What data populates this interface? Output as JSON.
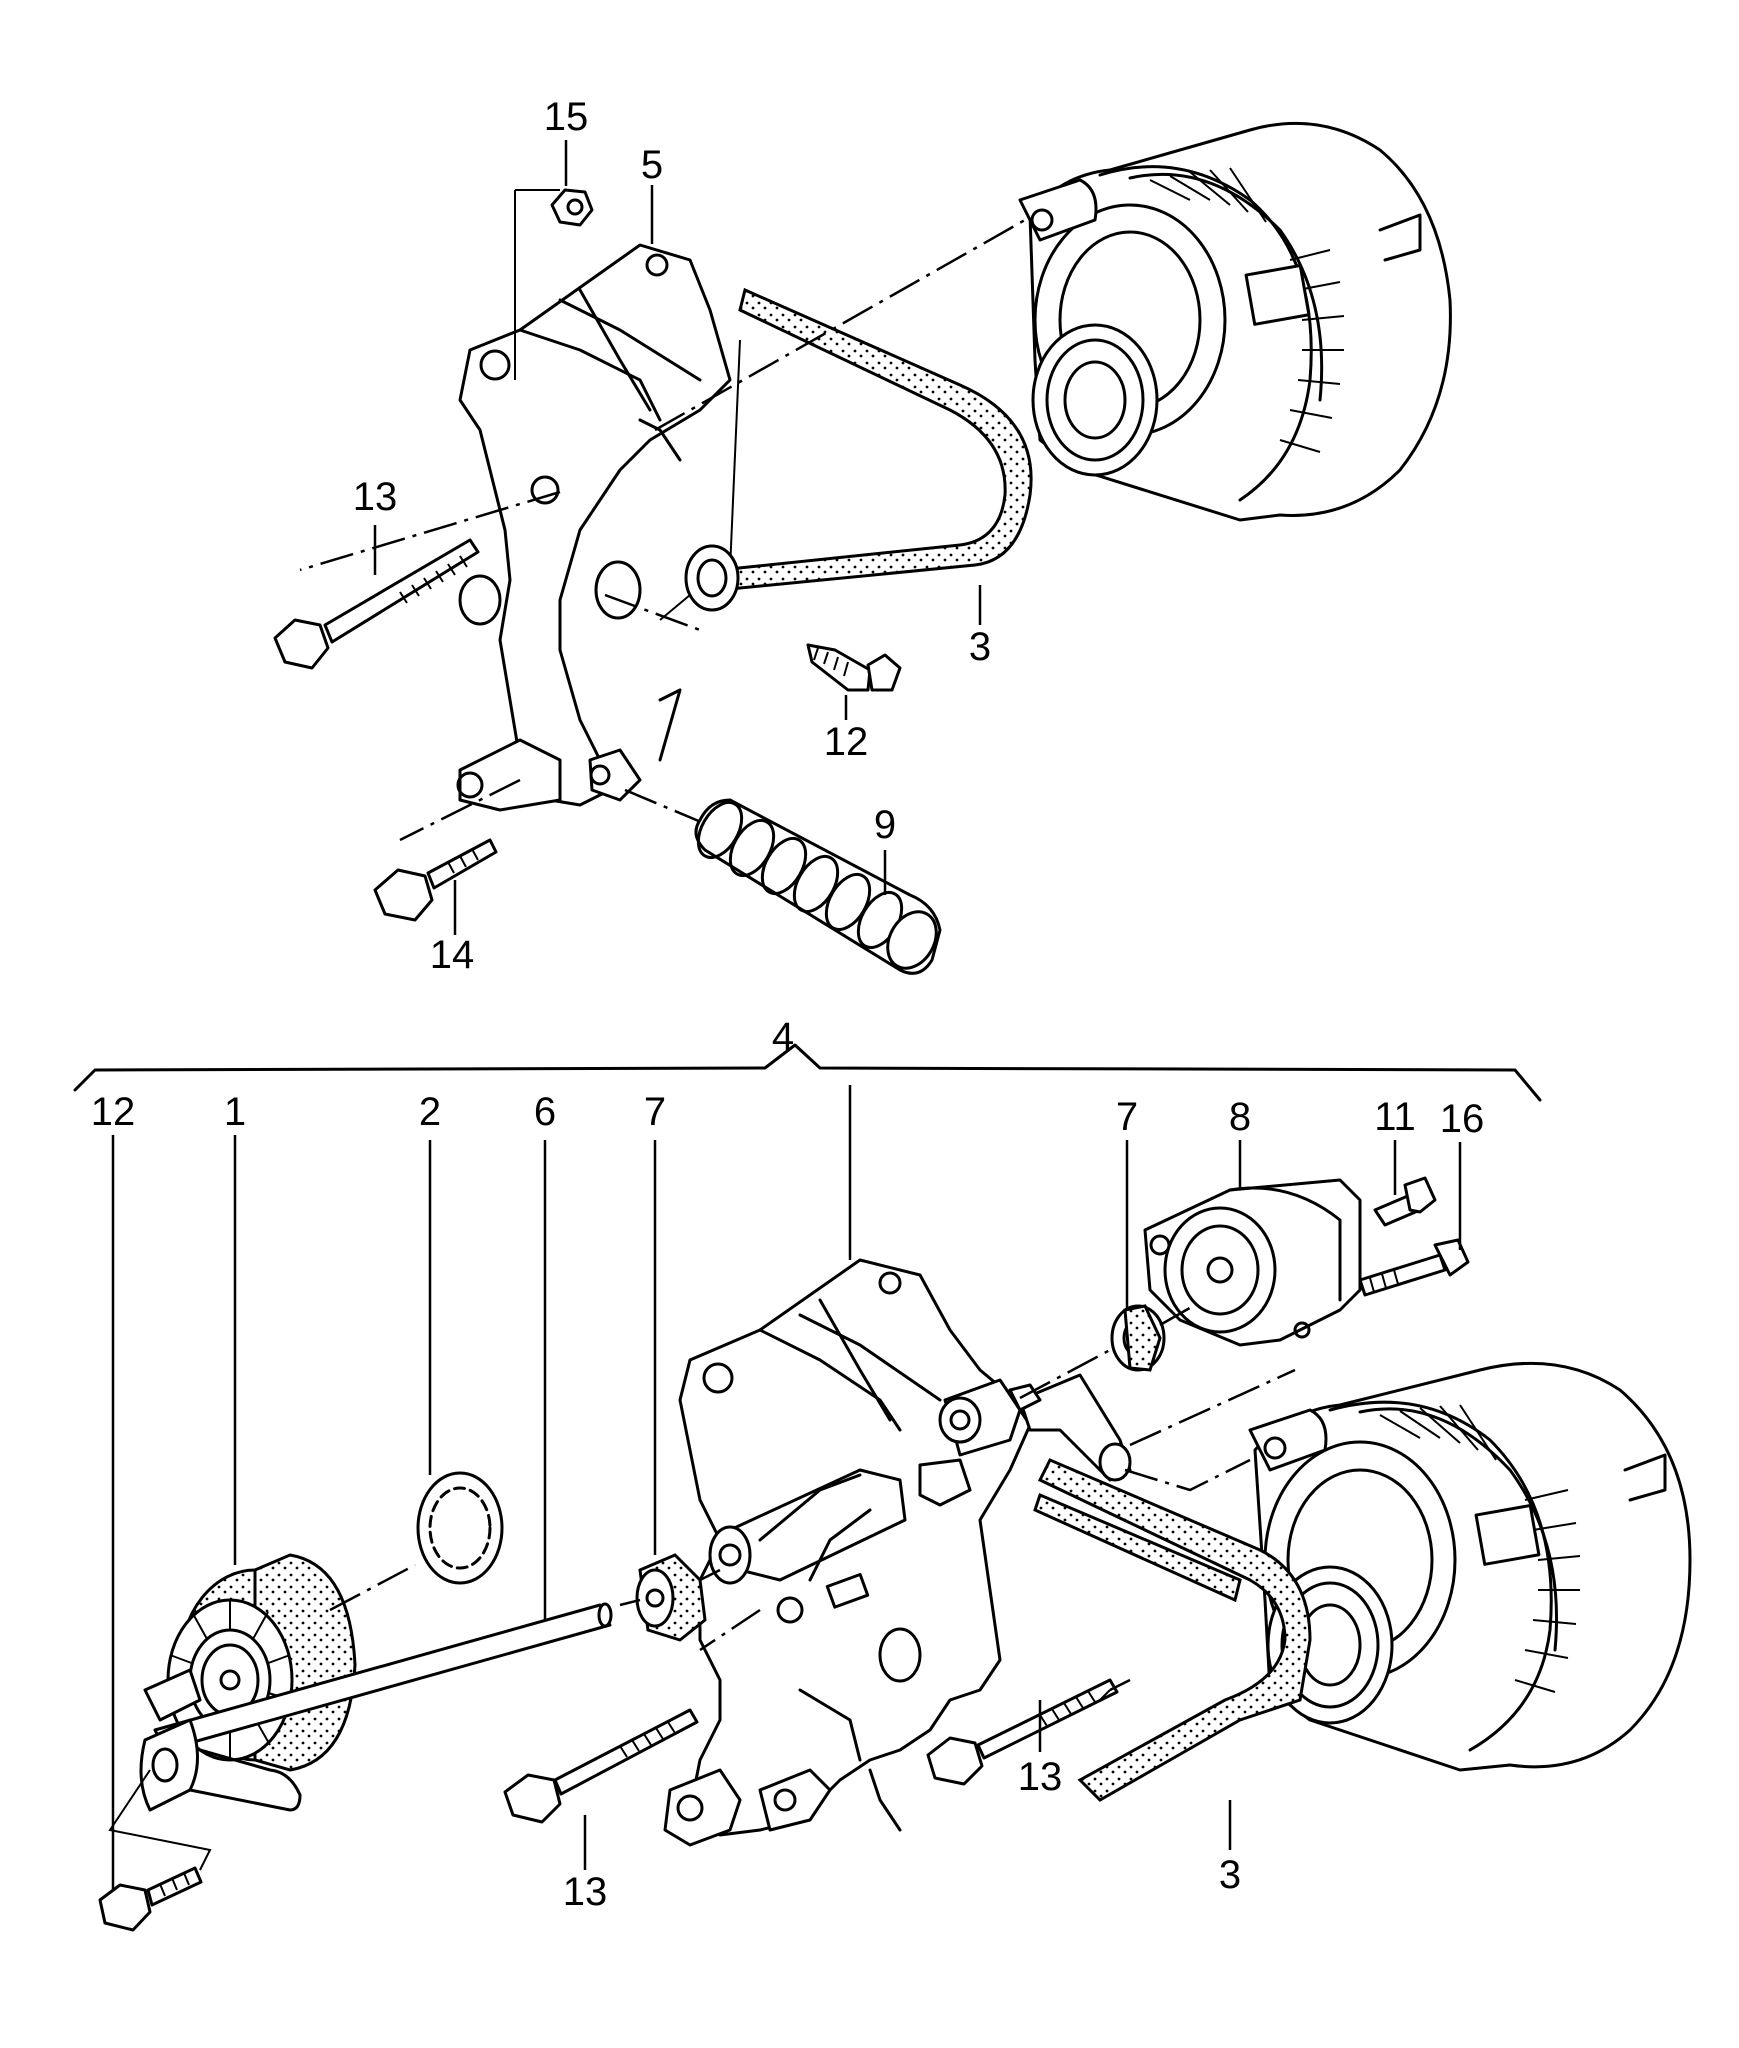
{
  "callouts": [
    {
      "id": "c15",
      "label": "15"
    },
    {
      "id": "c5",
      "label": "5"
    },
    {
      "id": "c13a",
      "label": "13"
    },
    {
      "id": "c3a",
      "label": "3"
    },
    {
      "id": "c12a",
      "label": "12"
    },
    {
      "id": "c9",
      "label": "9"
    },
    {
      "id": "c14",
      "label": "14"
    },
    {
      "id": "c4",
      "label": "4"
    },
    {
      "id": "c12b",
      "label": "12"
    },
    {
      "id": "c1",
      "label": "1"
    },
    {
      "id": "c2",
      "label": "2"
    },
    {
      "id": "c6",
      "label": "6"
    },
    {
      "id": "c7a",
      "label": "7"
    },
    {
      "id": "c7b",
      "label": "7"
    },
    {
      "id": "c8",
      "label": "8"
    },
    {
      "id": "c11",
      "label": "11"
    },
    {
      "id": "c16",
      "label": "16"
    },
    {
      "id": "c13b",
      "label": "13"
    },
    {
      "id": "c13c",
      "label": "13"
    },
    {
      "id": "c3b",
      "label": "3"
    }
  ]
}
